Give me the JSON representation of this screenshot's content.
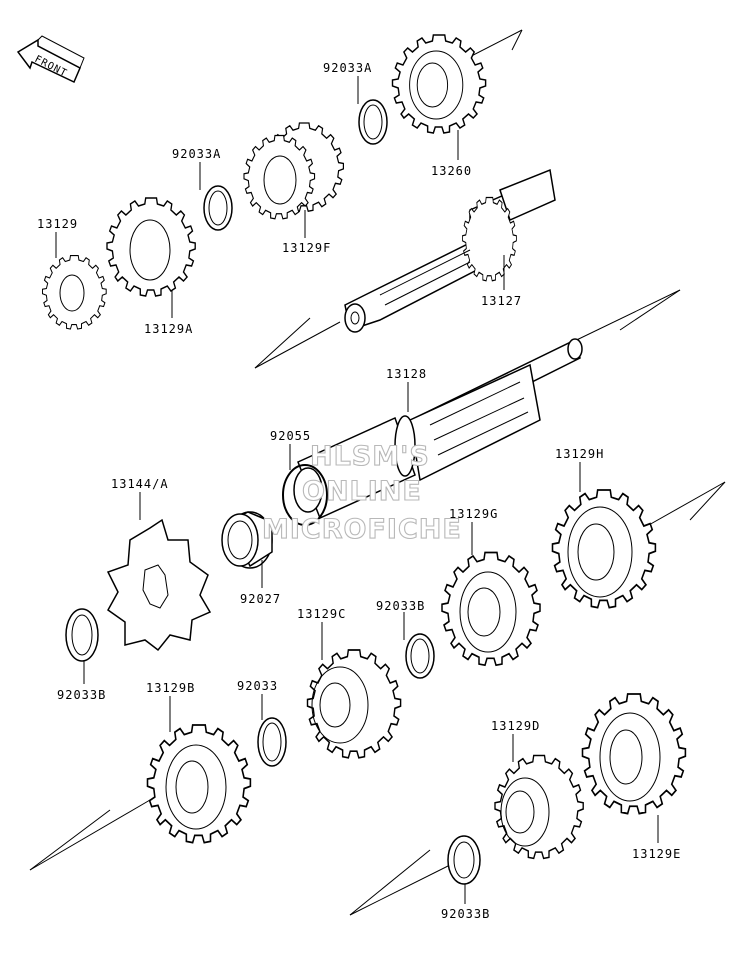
{
  "front_arrow": {
    "label": "FRONT"
  },
  "parts": {
    "p92033A_top": "92033A",
    "p13260": "13260",
    "p92033A_mid": "92033A",
    "p13129F": "13129F",
    "p13129": "13129",
    "p13129A": "13129A",
    "p13127": "13127",
    "p13128": "13128",
    "p92055": "92055",
    "p13129H": "13129H",
    "p13144A": "13144/A",
    "p13129G": "13129G",
    "p92027": "92027",
    "p92033B_mid": "92033B",
    "p13129C": "13129C",
    "p92033B_left": "92033B",
    "p13129B": "13129B",
    "p92033": "92033",
    "p13129D": "13129D",
    "p13129E": "13129E",
    "p92033B_bottom": "92033B"
  },
  "watermark": {
    "line1": "HLSM'S",
    "line2": "ONLINE",
    "line3": "MICROFICHE"
  }
}
